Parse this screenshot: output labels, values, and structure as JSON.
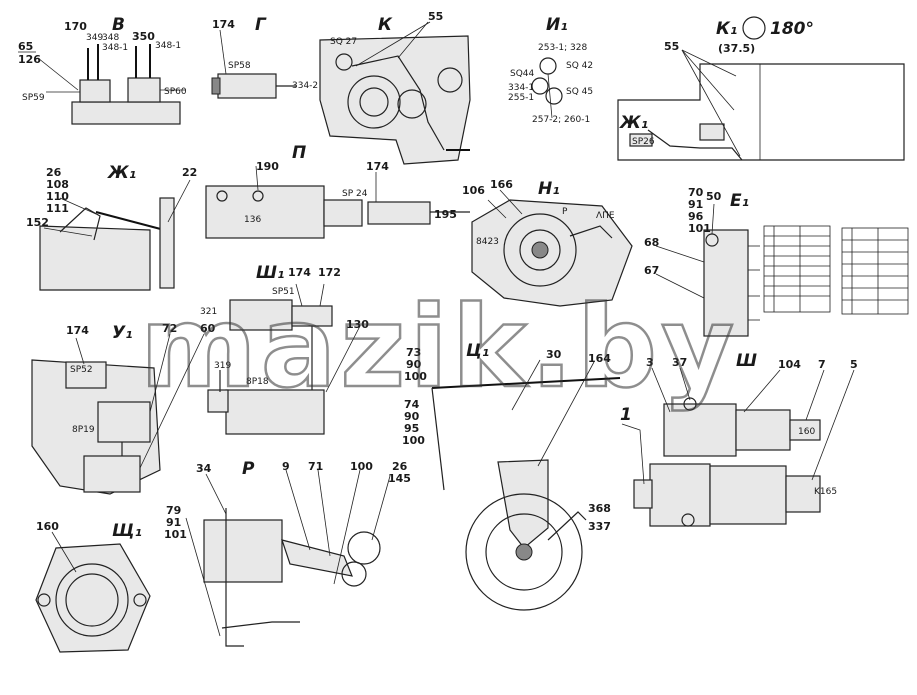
{
  "watermark": "mazik.by",
  "sections": {
    "V": "В",
    "G": "Г",
    "K": "К",
    "I1": "И₁",
    "K1": "К₁",
    "K1_angle": "180°",
    "K1_sub": "(37.5)",
    "Zh1": "Ж₁",
    "P": "П",
    "N1": "Н₁",
    "E1": "Е₁",
    "Sh1": "Ш₁",
    "U1": "У₁",
    "Ts1": "Ц₁",
    "Sh": "Ш",
    "R": "Р",
    "Shch1": "Щ₁",
    "Zh1_small": "Ж₁"
  },
  "labels": {
    "v_65": "65",
    "v_126": "126",
    "v_170": "170",
    "v_349": "349",
    "v_348": "348",
    "v_348_1": "348-1",
    "v_350": "350",
    "v_348_1b": "348-1",
    "v_sp59": "SP59",
    "v_sp60": "SP60",
    "g_174": "174",
    "g_sp58": "SP58",
    "g_334_2": "334-2",
    "k_sq27": "SQ 27",
    "k_55": "55",
    "i_253": "253-1; 328",
    "i_sq44": "SQ44",
    "i_sq42": "SQ 42",
    "i_334_1": "334-1",
    "i_255_1": "255-1",
    "i_sq45": "SQ 45",
    "i_257": "257-2; 260-1",
    "k1_55": "55",
    "k1_sp26": "SP26",
    "zh_26": "26",
    "zh_108": "108",
    "zh_110": "110",
    "zh_111": "111",
    "zh_22": "22",
    "zh_152": "152",
    "p_190": "190",
    "p_174": "174",
    "p_sp24": "SP 24",
    "p_136": "136",
    "p_195": "195",
    "n_106": "106",
    "n_166": "166",
    "n_p": "P",
    "n_lp": "ΛПЕ",
    "n_8423": "8423",
    "e_70": "70",
    "e_91": "91",
    "e_96": "96",
    "e_101": "101",
    "e_50": "50",
    "e_68": "68",
    "e_67": "67",
    "sh1_174": "174",
    "sh1_sp51": "SP51",
    "sh1_172": "172",
    "sh1_321": "321",
    "sh1_130": "130",
    "sh1_319": "319",
    "sh1_8p18": "8P18",
    "u_174": "174",
    "u_72": "72",
    "u_60": "60",
    "u_sp52": "SP52",
    "u_8p19": "8P19",
    "ts_73": "73",
    "ts_90": "90",
    "ts_100": "100",
    "ts_30": "30",
    "ts_164": "164",
    "ts_74": "74",
    "ts_90b": "90",
    "ts_95": "95",
    "ts_100b": "100",
    "ts_368": "368",
    "ts_337": "337",
    "sh_3": "3",
    "sh_37": "37",
    "sh_104": "104",
    "sh_7": "7",
    "sh_5": "5",
    "sh_1": "1",
    "sh_160": "160",
    "sh_k165": "K165",
    "r_34": "34",
    "r_9": "9",
    "r_71": "71",
    "r_100": "100",
    "r_26": "26",
    "r_145": "145",
    "r_79": "79",
    "r_91": "91",
    "r_101": "101",
    "shch_160": "160"
  }
}
